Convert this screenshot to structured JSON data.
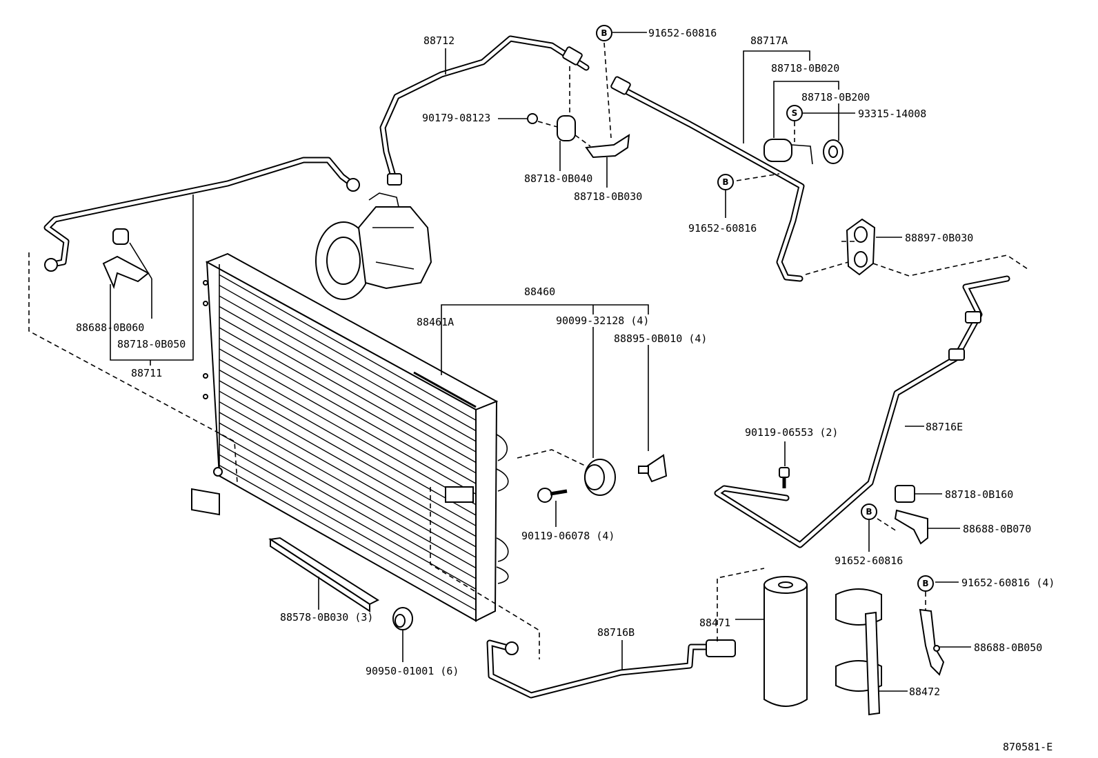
{
  "catalog_code": "870581-E",
  "badges": {
    "bolt": "B",
    "screw": "S"
  },
  "callouts": {
    "p88712": "88712",
    "p91652_top": "91652-60816",
    "p88717A": "88717A",
    "p88718_0B020": "88718-0B020",
    "p88718_0B200": "88718-0B200",
    "p93315_14008": "93315-14008",
    "p90179_08123": "90179-08123",
    "p88718_0B040": "88718-0B040",
    "p88718_0B030": "88718-0B030",
    "p91652_mid": "91652-60816",
    "p88897_0B030": "88897-0B030",
    "p88460": "88460",
    "p88461A": "88461A",
    "p90099_32128": "90099-32128 (4)",
    "p88895_0B010": "88895-0B010 (4)",
    "p88688_0B060": "88688-0B060",
    "p88718_0B050": "88718-0B050",
    "p88711": "88711",
    "p88716E": "88716E",
    "p90119_06553": "90119-06553 (2)",
    "p88718_0B160": "88718-0B160",
    "p88688_0B070": "88688-0B070",
    "p91652_low": "91652-60816",
    "p90119_06078": "90119-06078 (4)",
    "p91652_four": "91652-60816 (4)",
    "p88688_0B050": "88688-0B050",
    "p88578_0B030": "88578-0B030 (3)",
    "p88716B": "88716B",
    "p88471": "88471",
    "p88472": "88472",
    "p90950_01001": "90950-01001 (6)"
  }
}
